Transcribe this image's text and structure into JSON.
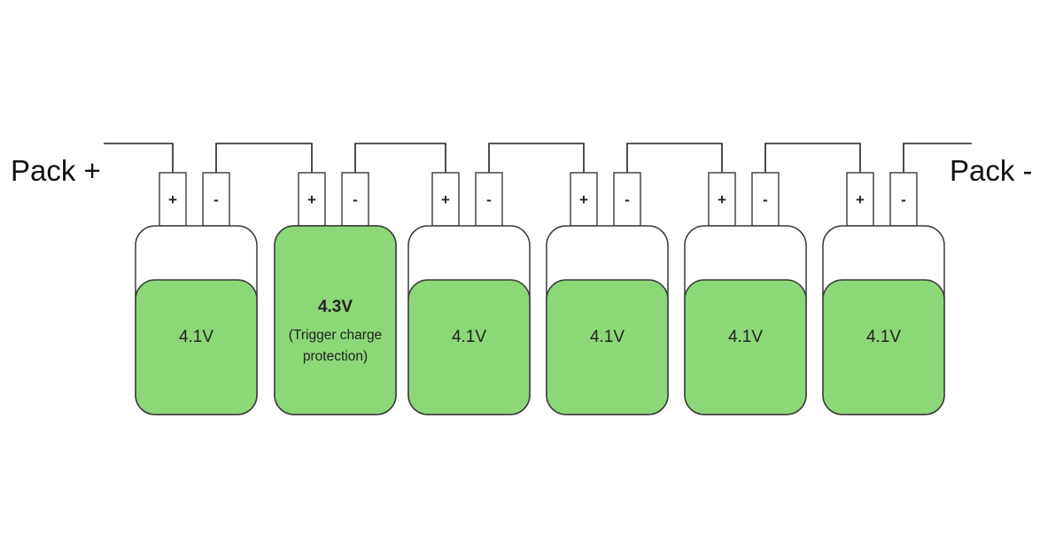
{
  "pack_positive_label": "Pack +",
  "pack_negative_label": "Pack -",
  "terminal_signs": {
    "positive": "+",
    "negative": "-"
  },
  "colors": {
    "charge_fill": "#8cd878",
    "outline": "#3a3a3a",
    "wire": "#222222",
    "cell_body": "#ffffff"
  },
  "cells": [
    {
      "voltage": "4.1V",
      "note_line1": "",
      "note_line2": "",
      "charge_fraction": 0.72,
      "highlighted": false
    },
    {
      "voltage": "4.3V",
      "note_line1": "(Trigger charge",
      "note_line2": "protection)",
      "charge_fraction": 1.0,
      "highlighted": true
    },
    {
      "voltage": "4.1V",
      "note_line1": "",
      "note_line2": "",
      "charge_fraction": 0.72,
      "highlighted": false
    },
    {
      "voltage": "4.1V",
      "note_line1": "",
      "note_line2": "",
      "charge_fraction": 0.72,
      "highlighted": false
    },
    {
      "voltage": "4.1V",
      "note_line1": "",
      "note_line2": "",
      "charge_fraction": 0.72,
      "highlighted": false
    },
    {
      "voltage": "4.1V",
      "note_line1": "",
      "note_line2": "",
      "charge_fraction": 0.72,
      "highlighted": false
    }
  ]
}
